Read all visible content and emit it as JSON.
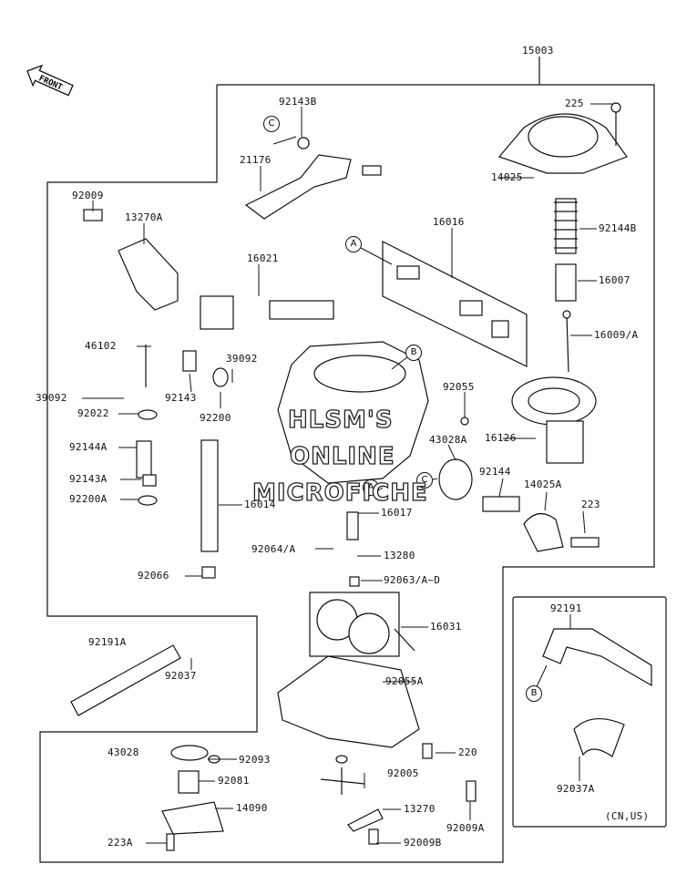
{
  "front_label": "FRONT",
  "region_note": "(CN,US)",
  "watermark": [
    "HLSM'S",
    "ONLINE",
    "MICROFICHE"
  ],
  "circle_refs": [
    "A",
    "B",
    "C"
  ],
  "parts": [
    "15003",
    "225",
    "92143B",
    "14025",
    "21176",
    "92009",
    "13270A",
    "92144B",
    "16016",
    "16021",
    "16007",
    "16009/A",
    "46102",
    "39092",
    "92143",
    "92022",
    "92200",
    "92055",
    "16126",
    "92144A",
    "43028A",
    "92143A",
    "92200A",
    "16014",
    "92144",
    "14025A",
    "16017",
    "223",
    "92064/A",
    "13280",
    "92066",
    "92063/A~D",
    "16031",
    "92191A",
    "92037",
    "92191",
    "92055A",
    "43028",
    "92093",
    "220",
    "92081",
    "92005",
    "14090",
    "13270",
    "223A",
    "92009B",
    "92009A",
    "92037A"
  ]
}
